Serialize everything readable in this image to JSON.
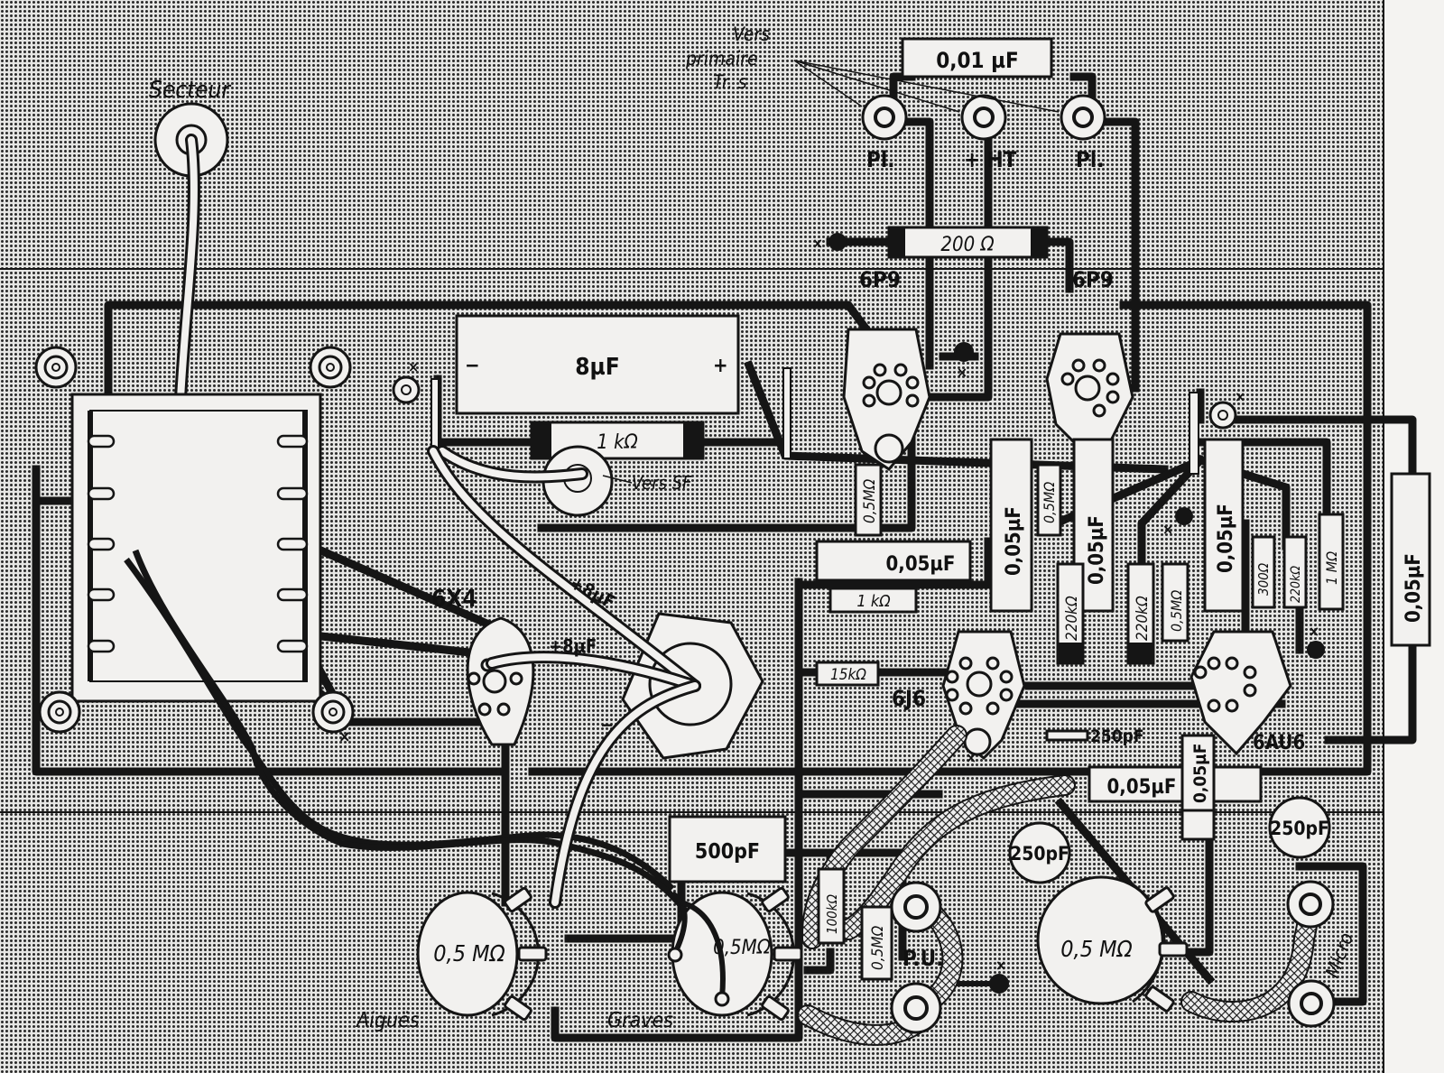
{
  "diagram": {
    "title": "Plan de câblage amplificateur",
    "background_color": "#f4f3f1",
    "panel_color": "#bdbdbd",
    "ink_color": "#151515",
    "labels": {
      "mains": "Secteur",
      "to_primary_line1": "Vers",
      "to_primary_line2": "primaire",
      "to_primary_line3": "Tr. s",
      "plate_left": "Pl.",
      "plus_ht": "+ HT",
      "plate_right": "Pl.",
      "to_sf": "Vers SF",
      "treble": "Aiguës",
      "bass": "Graves",
      "pickup": "P.U.",
      "micro": "Micro",
      "plus_8uf_1": "+8µF",
      "plus_8uf_2": "+8µF",
      "minus": "−",
      "cap_minus": "−",
      "cap_plus": "+",
      "ground_mark": "×"
    },
    "tubes": {
      "power_left": "6P9",
      "power_right": "6P9",
      "rectifier": "6X4",
      "driver": "6J6",
      "preamp": "6AU6"
    },
    "components": {
      "c_plate_coupling": "0,01 µF",
      "r_cathode": "200 Ω",
      "c_filter": "8µF",
      "r_filter": "1 kΩ",
      "r_grid_left": "0,5MΩ",
      "c_coupling_a": "0,05µF",
      "r_grid_right": "0,5MΩ",
      "c_coupling_b": "0,05µF",
      "c_coupling_c": "0,05µF",
      "c_coupling_d": "0,05µF",
      "r_load_a": "220kΩ",
      "r_load_b": "220kΩ",
      "r_grid_pre": "0,5MΩ",
      "c_coupling_e": "0,05µF",
      "r_cathode_pre": "300Ω",
      "r_plate_pre": "220kΩ",
      "r_screen": "1 MΩ",
      "c_bypass_right": "0,05µF",
      "r_driver": "1 kΩ",
      "r_driver_cathode": "15kΩ",
      "c_250_a": "250pF",
      "c_tone": "0,05µF",
      "c_pre_vert": "0,05µF",
      "c_250_b": "250pF",
      "c_250_c": "250pF",
      "c_tone_500": "500pF",
      "r_tone_100k": "100kΩ",
      "r_pu": "0,5MΩ",
      "pot_treble": "0,5 MΩ",
      "pot_bass": "0,5MΩ",
      "pot_volume": "0,5 MΩ"
    }
  }
}
